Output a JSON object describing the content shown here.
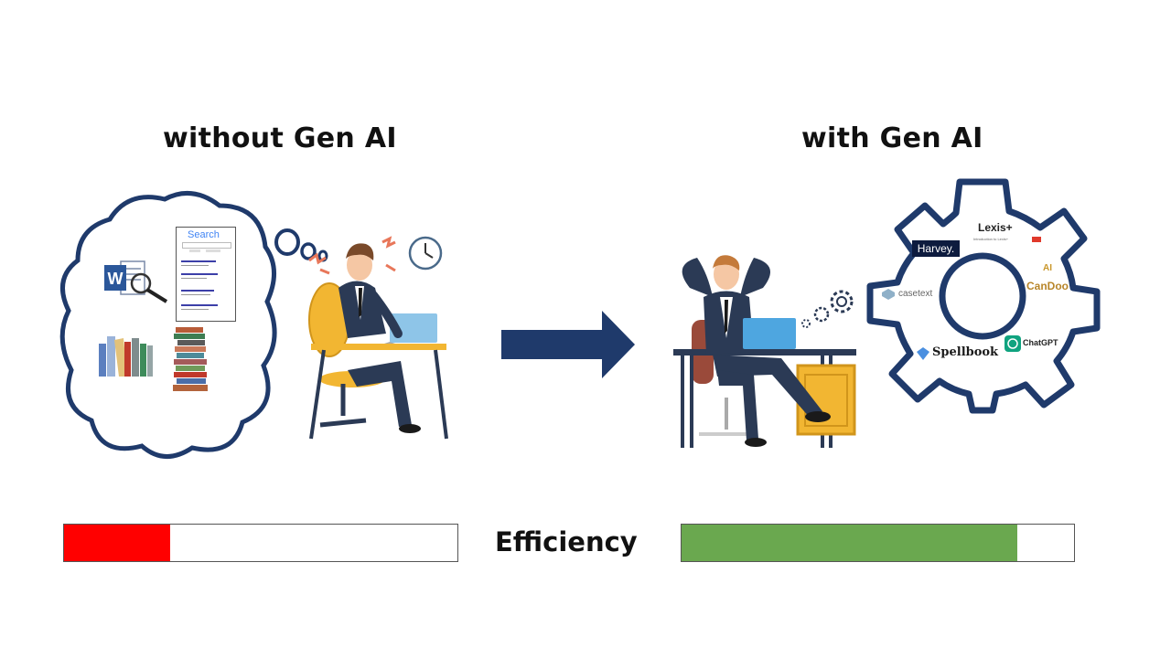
{
  "headings": {
    "left": "without Gen AI",
    "right": "with Gen AI"
  },
  "search_box": {
    "label": "Search"
  },
  "gear_logos": {
    "lexis": "Lexis+",
    "lexis_sub": "Introduction to Lexis+",
    "harvey": "Harvey.",
    "candoo": "CanDoo",
    "candoo_mark": "AI",
    "casetext": "casetext",
    "spellbook": "Spellbook",
    "chatgpt": "ChatGPT"
  },
  "efficiency": {
    "label": "Efficiency",
    "without_gen_ai_level": 0.27,
    "with_gen_ai_level": 0.855,
    "colors": {
      "low": "#ff0000",
      "high": "#6aa84f",
      "arrow": "#1f3a6b",
      "outline": "#1f3a6b"
    }
  }
}
